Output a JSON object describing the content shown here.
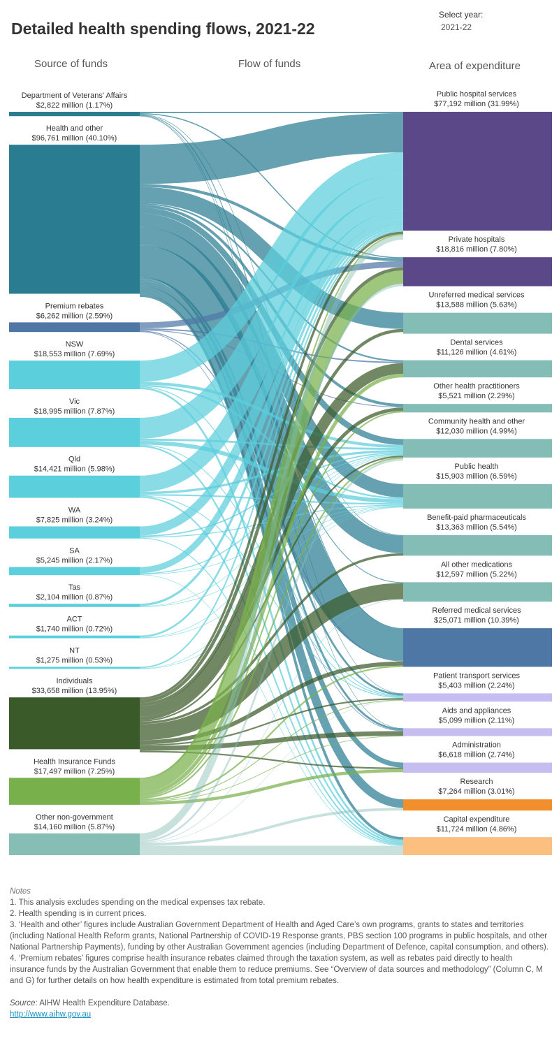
{
  "title": "Detailed health spending flows, 2021-22",
  "year_selector": {
    "label": "Select year:",
    "value": "2021-22"
  },
  "headers": {
    "source": "Source of funds",
    "flow": "Flow of funds",
    "area": "Area of expenditure"
  },
  "colors": {
    "dva": "#2a7d91",
    "health_other": "#2a7d91",
    "premium_rebates": "#4f77a6",
    "states": "#5bcfdc",
    "individuals": "#3b5a2a",
    "insurance": "#78b04b",
    "other_nongov": "#86bdb4",
    "hospital": "#5a4888",
    "medical": "#84bdb5",
    "referred": "#4f77a6",
    "lavender": "#c6bef0",
    "research": "#f08f2b",
    "capital": "#fbbf80"
  },
  "chart_data": {
    "type": "sankey",
    "title": "Detailed health spending flows, 2021-22",
    "units": "million",
    "sources": [
      {
        "name": "Department of Veterans' Affairs",
        "value": 2822,
        "value_label": "$2,822 million (1.17%)",
        "share": 1.17
      },
      {
        "name": "Health and other",
        "value": 96761,
        "value_label": "$96,761 million (40.10%)",
        "share": 40.1
      },
      {
        "name": "Premium rebates",
        "value": 6262,
        "value_label": "$6,262 million (2.59%)",
        "share": 2.59
      },
      {
        "name": "NSW",
        "value": 18553,
        "value_label": "$18,553 million (7.69%)",
        "share": 7.69
      },
      {
        "name": "Vic",
        "value": 18995,
        "value_label": "$18,995 million (7.87%)",
        "share": 7.87
      },
      {
        "name": "Qld",
        "value": 14421,
        "value_label": "$14,421 million (5.98%)",
        "share": 5.98
      },
      {
        "name": "WA",
        "value": 7825,
        "value_label": "$7,825 million (3.24%)",
        "share": 3.24
      },
      {
        "name": "SA",
        "value": 5245,
        "value_label": "$5,245 million (2.17%)",
        "share": 2.17
      },
      {
        "name": "Tas",
        "value": 2104,
        "value_label": "$2,104 million (0.87%)",
        "share": 0.87
      },
      {
        "name": "ACT",
        "value": 1740,
        "value_label": "$1,740 million (0.72%)",
        "share": 0.72
      },
      {
        "name": "NT",
        "value": 1275,
        "value_label": "$1,275 million (0.53%)",
        "share": 0.53
      },
      {
        "name": "Individuals",
        "value": 33658,
        "value_label": "$33,658 million (13.95%)",
        "share": 13.95
      },
      {
        "name": "Health Insurance Funds",
        "value": 17497,
        "value_label": "$17,497 million (7.25%)",
        "share": 7.25
      },
      {
        "name": "Other non-government",
        "value": 14160,
        "value_label": "$14,160 million (5.87%)",
        "share": 5.87
      }
    ],
    "areas": [
      {
        "name": "Public hospital services",
        "value": 77192,
        "value_label": "$77,192 million (31.99%)",
        "share": 31.99
      },
      {
        "name": "Private hospitals",
        "value": 18816,
        "value_label": "$18,816 million (7.80%)",
        "share": 7.8
      },
      {
        "name": "Unreferred medical services",
        "value": 13588,
        "value_label": "$13,588 million (5.63%)",
        "share": 5.63
      },
      {
        "name": "Dental services",
        "value": 11126,
        "value_label": "$11,126 million (4.61%)",
        "share": 4.61
      },
      {
        "name": "Other health practitioners",
        "value": 5521,
        "value_label": "$5,521 million (2.29%)",
        "share": 2.29
      },
      {
        "name": "Community health and other",
        "value": 12030,
        "value_label": "$12,030 million (4.99%)",
        "share": 4.99
      },
      {
        "name": "Public health",
        "value": 15903,
        "value_label": "$15,903 million (6.59%)",
        "share": 6.59
      },
      {
        "name": "Benefit-paid pharmaceuticals",
        "value": 13363,
        "value_label": "$13,363 million (5.54%)",
        "share": 5.54
      },
      {
        "name": "All other medications",
        "value": 12597,
        "value_label": "$12,597 million (5.22%)",
        "share": 5.22
      },
      {
        "name": "Referred medical services",
        "value": 25071,
        "value_label": "$25,071 million (10.39%)",
        "share": 10.39
      },
      {
        "name": "Patient transport services",
        "value": 5403,
        "value_label": "$5,403 million (2.24%)",
        "share": 2.24
      },
      {
        "name": "Aids and appliances",
        "value": 5099,
        "value_label": "$5,099 million (2.11%)",
        "share": 2.11
      },
      {
        "name": "Administration",
        "value": 6618,
        "value_label": "$6,618 million (2.74%)",
        "share": 2.74
      },
      {
        "name": "Research",
        "value": 7264,
        "value_label": "$7,264 million (3.01%)",
        "share": 3.01
      },
      {
        "name": "Capital expenditure",
        "value": 11724,
        "value_label": "$11,724 million (4.86%)",
        "share": 4.86
      }
    ],
    "flows": [
      {
        "source": "Department of Veterans' Affairs",
        "target": "Public hospital services",
        "value": 900
      },
      {
        "source": "Department of Veterans' Affairs",
        "target": "Private hospitals",
        "value": 700
      },
      {
        "source": "Department of Veterans' Affairs",
        "target": "Referred medical services",
        "value": 500
      },
      {
        "source": "Department of Veterans' Affairs",
        "target": "Benefit-paid pharmaceuticals",
        "value": 300
      },
      {
        "source": "Department of Veterans' Affairs",
        "target": "Patient transport services",
        "value": 250
      },
      {
        "source": "Department of Veterans' Affairs",
        "target": "Aids and appliances",
        "value": 172
      },
      {
        "source": "Health and other",
        "target": "Public hospital services",
        "value": 25500
      },
      {
        "source": "Health and other",
        "target": "Referred medical services",
        "value": 20500
      },
      {
        "source": "Health and other",
        "target": "Benefit-paid pharmaceuticals",
        "value": 11500
      },
      {
        "source": "Health and other",
        "target": "Unreferred medical services",
        "value": 10500
      },
      {
        "source": "Health and other",
        "target": "Public health",
        "value": 8700
      },
      {
        "source": "Health and other",
        "target": "Research",
        "value": 5500
      },
      {
        "source": "Health and other",
        "target": "Community health and other",
        "value": 3900
      },
      {
        "source": "Health and other",
        "target": "Administration",
        "value": 3200
      },
      {
        "source": "Health and other",
        "target": "Other health practitioners",
        "value": 1800
      },
      {
        "source": "Health and other",
        "target": "Capital expenditure",
        "value": 1700
      },
      {
        "source": "Health and other",
        "target": "Aids and appliances",
        "value": 1300
      },
      {
        "source": "Health and other",
        "target": "Patient transport services",
        "value": 1261
      },
      {
        "source": "Health and other",
        "target": "Dental services",
        "value": 1000
      },
      {
        "source": "Health and other",
        "target": "All other medications",
        "value": 500
      },
      {
        "source": "Health and other",
        "target": "Private hospitals",
        "value": 1900
      },
      {
        "source": "Premium rebates",
        "target": "Private hospitals",
        "value": 3900
      },
      {
        "source": "Premium rebates",
        "target": "Dental services",
        "value": 900
      },
      {
        "source": "Premium rebates",
        "target": "Referred medical services",
        "value": 600
      },
      {
        "source": "Premium rebates",
        "target": "Other health practitioners",
        "value": 500
      },
      {
        "source": "Premium rebates",
        "target": "Aids and appliances",
        "value": 362
      },
      {
        "source": "NSW",
        "target": "Public hospital services",
        "value": 13800
      },
      {
        "source": "NSW",
        "target": "Community health and other",
        "value": 1900
      },
      {
        "source": "NSW",
        "target": "Public health",
        "value": 1100
      },
      {
        "source": "NSW",
        "target": "Capital expenditure",
        "value": 1200
      },
      {
        "source": "NSW",
        "target": "Patient transport services",
        "value": 553
      },
      {
        "source": "Vic",
        "target": "Public hospital services",
        "value": 13600
      },
      {
        "source": "Vic",
        "target": "Public health",
        "value": 2600
      },
      {
        "source": "Vic",
        "target": "Community health and other",
        "value": 1300
      },
      {
        "source": "Vic",
        "target": "Capital expenditure",
        "value": 1000
      },
      {
        "source": "Vic",
        "target": "Patient transport services",
        "value": 495
      },
      {
        "source": "Qld",
        "target": "Public hospital services",
        "value": 10500
      },
      {
        "source": "Qld",
        "target": "Community health and other",
        "value": 1500
      },
      {
        "source": "Qld",
        "target": "Public health",
        "value": 1000
      },
      {
        "source": "Qld",
        "target": "Capital expenditure",
        "value": 900
      },
      {
        "source": "Qld",
        "target": "Patient transport services",
        "value": 521
      },
      {
        "source": "WA",
        "target": "Public hospital services",
        "value": 5900
      },
      {
        "source": "WA",
        "target": "Community health and other",
        "value": 800
      },
      {
        "source": "WA",
        "target": "Public health",
        "value": 600
      },
      {
        "source": "WA",
        "target": "Capital expenditure",
        "value": 525
      },
      {
        "source": "SA",
        "target": "Public hospital services",
        "value": 4000
      },
      {
        "source": "SA",
        "target": "Community health and other",
        "value": 600
      },
      {
        "source": "SA",
        "target": "Public health",
        "value": 345
      },
      {
        "source": "SA",
        "target": "Capital expenditure",
        "value": 300
      },
      {
        "source": "Tas",
        "target": "Public hospital services",
        "value": 1500
      },
      {
        "source": "Tas",
        "target": "Community health and other",
        "value": 300
      },
      {
        "source": "Tas",
        "target": "Public health",
        "value": 304
      },
      {
        "source": "ACT",
        "target": "Public hospital services",
        "value": 1200
      },
      {
        "source": "ACT",
        "target": "Community health and other",
        "value": 300
      },
      {
        "source": "ACT",
        "target": "Public health",
        "value": 240
      },
      {
        "source": "NT",
        "target": "Public hospital services",
        "value": 900
      },
      {
        "source": "NT",
        "target": "Community health and other",
        "value": 200
      },
      {
        "source": "NT",
        "target": "Public health",
        "value": 175
      },
      {
        "source": "Individuals",
        "target": "All other medications",
        "value": 10500
      },
      {
        "source": "Individuals",
        "target": "Dental services",
        "value": 6900
      },
      {
        "source": "Individuals",
        "target": "Aids and appliances",
        "value": 3100
      },
      {
        "source": "Individuals",
        "target": "Referred medical services",
        "value": 2700
      },
      {
        "source": "Individuals",
        "target": "Other health practitioners",
        "value": 2300
      },
      {
        "source": "Individuals",
        "target": "Unreferred medical services",
        "value": 2000
      },
      {
        "source": "Individuals",
        "target": "Private hospitals",
        "value": 2100
      },
      {
        "source": "Individuals",
        "target": "Benefit-paid pharmaceuticals",
        "value": 1563
      },
      {
        "source": "Individuals",
        "target": "Public hospital services",
        "value": 1500
      },
      {
        "source": "Individuals",
        "target": "Patient transport services",
        "value": 995
      },
      {
        "source": "Individuals",
        "target": "Community health and other",
        "value": 1000
      },
      {
        "source": "Individuals",
        "target": "Administration",
        "value": 1000
      },
      {
        "source": "Health Insurance Funds",
        "target": "Private hospitals",
        "value": 8500
      },
      {
        "source": "Health Insurance Funds",
        "target": "Dental services",
        "value": 2300
      },
      {
        "source": "Health Insurance Funds",
        "target": "Administration",
        "value": 2000
      },
      {
        "source": "Health Insurance Funds",
        "target": "Referred medical services",
        "value": 1000
      },
      {
        "source": "Health Insurance Funds",
        "target": "Other health practitioners",
        "value": 900
      },
      {
        "source": "Health Insurance Funds",
        "target": "Public hospital services",
        "value": 900
      },
      {
        "source": "Health Insurance Funds",
        "target": "Patient transport services",
        "value": 500
      },
      {
        "source": "Health Insurance Funds",
        "target": "Community health and other",
        "value": 1000
      },
      {
        "source": "Health Insurance Funds",
        "target": "Aids and appliances",
        "value": 397
      },
      {
        "source": "Other non-government",
        "target": "Capital expenditure",
        "value": 6099
      },
      {
        "source": "Other non-government",
        "target": "Public hospital services",
        "value": 2892
      },
      {
        "source": "Other non-government",
        "target": "Private hospitals",
        "value": 1716
      },
      {
        "source": "Other non-government",
        "target": "Research",
        "value": 1764
      },
      {
        "source": "Other non-government",
        "target": "Community health and other",
        "value": 1230
      },
      {
        "source": "Other non-government",
        "target": "Patient transport services",
        "value": 79
      },
      {
        "source": "Other non-government",
        "target": "All other medications",
        "value": 380
      }
    ]
  },
  "notes": {
    "title": "Notes",
    "items": [
      "1.   This analysis excludes spending on the medical expenses tax rebate.",
      "2.   Health spending is in current prices.",
      "3.   ‘Health and other’ figures include Australian Government Department of Health and Aged Care’s own programs, grants to states and territories (including National Health Reform grants, National Partnership of COVID-19 Response grants, PBS section 100 programs in public hospitals, and other National Partnership Payments), funding by other Australian Government agencies (including Department of Defence, capital consumption, and others).",
      "4.  ‘Premium rebates’ figures comprise health insurance rebates claimed through the taxation system, as well as rebates paid directly to health insurance funds by the Australian Government that enable them to reduce premiums. See “Overview of data sources and methodology” (Column C, M and G) for further details on how health expenditure is estimated from total premium rebates."
    ],
    "source_key": "Source",
    "source_text": ": AIHW Health Expenditure Database.",
    "link": "http://www.aihw.gov.au"
  }
}
